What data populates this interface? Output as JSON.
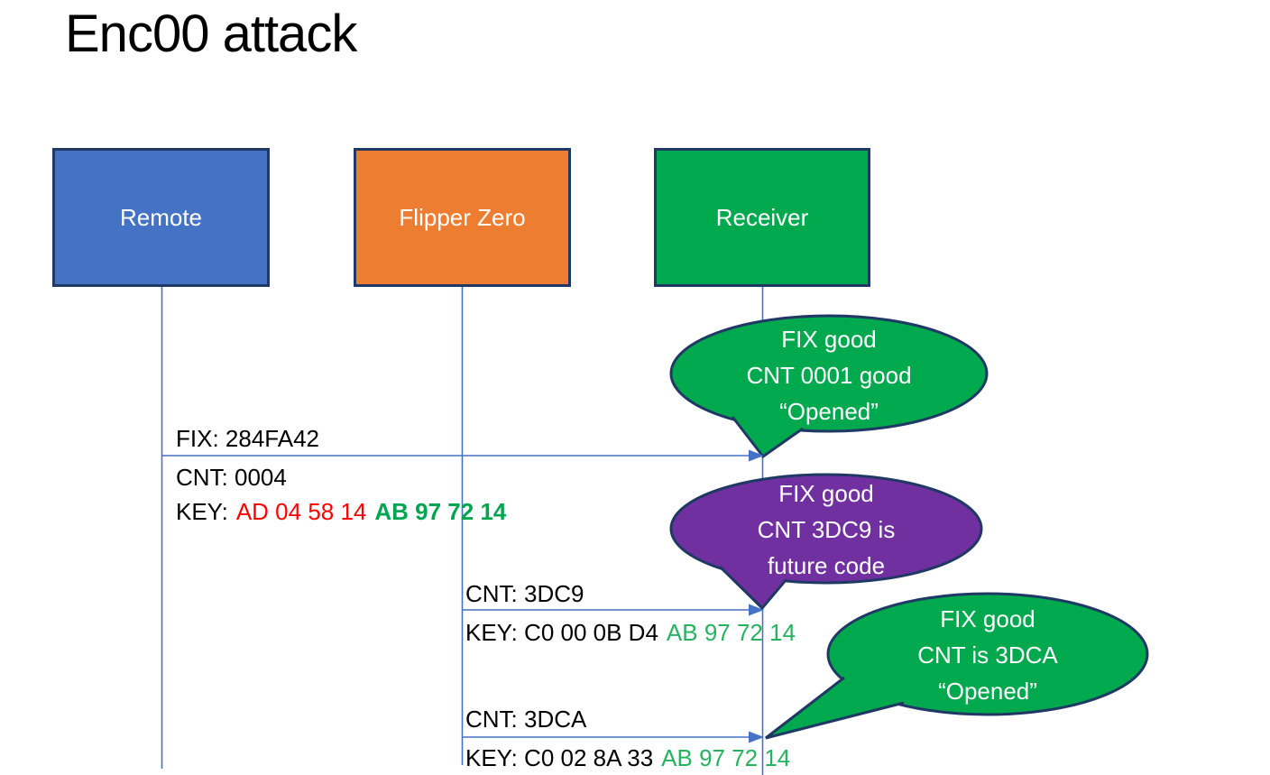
{
  "title": "Enc00 attack",
  "actors": [
    {
      "label": "Remote",
      "fill": "#4472C4"
    },
    {
      "label": "Flipper Zero",
      "fill": "#ED7D31"
    },
    {
      "label": "Receiver",
      "fill": "#00A84E"
    }
  ],
  "messages": [
    {
      "above": "FIX: 284FA42",
      "cnt": "CNT: 0004",
      "key_label": "KEY:",
      "key_rolling": "AD 04 58 14",
      "key_fixed": "AB 97 72 14",
      "from": "Remote",
      "to": "Receiver"
    },
    {
      "above": "CNT: 3DC9",
      "key_label": "KEY: C0 00 0B D4",
      "key_fixed": "AB 97 72 14",
      "from": "Flipper Zero",
      "to": "Receiver"
    },
    {
      "above": "CNT: 3DCA",
      "key_label": "KEY: C0 02 8A 33",
      "key_fixed": "AB 97 72 14",
      "from": "Flipper Zero",
      "to": "Receiver"
    }
  ],
  "bubbles": [
    {
      "lines": [
        "FIX good",
        "CNT 0001 good",
        "“Opened”"
      ],
      "fill": "#00A84E"
    },
    {
      "lines": [
        "FIX good",
        "CNT 3DC9 is",
        "future code"
      ],
      "fill": "#7030A0"
    },
    {
      "lines": [
        "FIX good",
        "CNT is 3DCA",
        "“Opened”"
      ],
      "fill": "#00A84E"
    }
  ],
  "colors": {
    "remote_fill": "#4472C4",
    "flipper_fill": "#ED7D31",
    "receiver_fill": "#00A84E",
    "bubble_green": "#00A84E",
    "bubble_purple": "#7030A0",
    "shape_border": "#1F3864",
    "connector_blue": "#4472C4",
    "key_rolling_red": "#FF0000",
    "key_fixed_green_bold": "#00A550",
    "key_fixed_green": "#27B25F",
    "text_black": "#000000",
    "text_white": "#FFFFFF"
  }
}
